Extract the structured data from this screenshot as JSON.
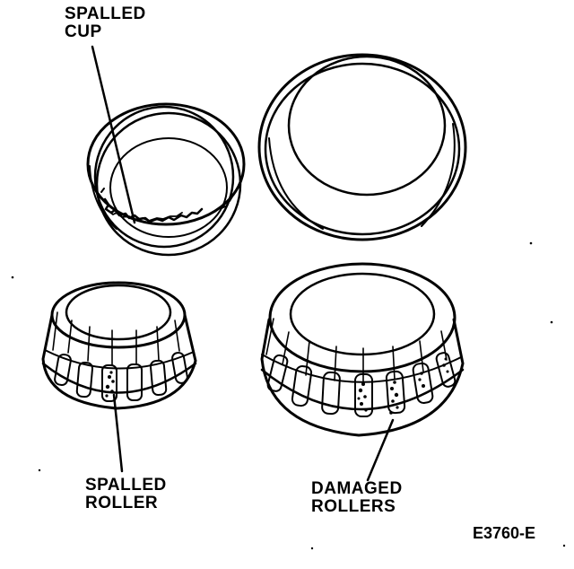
{
  "labels": {
    "spalled_cup": [
      "SPALLED",
      "CUP"
    ],
    "spalled_roller": [
      "SPALLED",
      "ROLLER"
    ],
    "damaged_rollers": [
      "DAMAGED",
      "ROLLERS"
    ],
    "figure_id": "E3760-E"
  },
  "colors": {
    "ink": "#000000",
    "paper": "#ffffff"
  }
}
